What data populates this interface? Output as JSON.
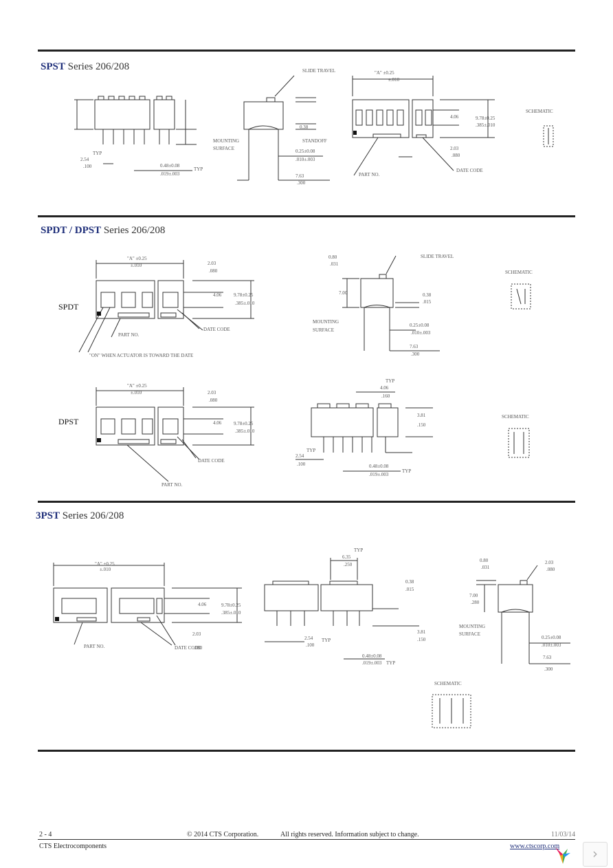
{
  "sections": [
    {
      "prefix": "SPST",
      "suffix": " Series 206/208"
    },
    {
      "prefix": "SPDT / DPST",
      "suffix": " Series 206/208"
    },
    {
      "prefix": "3PST",
      "suffix": " Series 206/208"
    }
  ],
  "labels": {
    "spdt": "SPDT",
    "dpst": "DPST",
    "schematic": "SCHEMATIC",
    "part_no": "PART NO.",
    "date_code": "DATE CODE",
    "mounting_surface_1": "MOUNTING",
    "mounting_surface_2": "SURFACE",
    "typ": "TYP",
    "slide_travel": "SLIDE TRAVEL",
    "standoff": "STANDOFF",
    "on_note": "\"ON\" WHEN ACTUATOR IS TOWARD THE DATE",
    "dim_a": "\"A\" ±0.25",
    "dim_a_in": "±.010"
  },
  "dims": {
    "d254": "2.54",
    "d100": ".100",
    "d203": "2.03",
    "d080": ".080",
    "d406": "4.06",
    "d160": ".160",
    "d978": "9.78±0.25",
    "d385": ".385±.010",
    "d048": "0.48±0.08",
    "d019": ".019±.003",
    "d762": "7.63",
    "d300": ".300",
    "d038": "0.38",
    "d015": ".015",
    "d381": "3.81",
    "d150": ".150",
    "d025": "0.25±0.08",
    "d010": ".010±.003",
    "d635": "6.35",
    "d250": ".250",
    "d080b": "0.80",
    "d031": ".031",
    "d700": "7.00",
    "d280": ".280"
  },
  "footer": {
    "page": "2 - 4",
    "copyright": "© 2014 CTS Corporation.",
    "rights": "All rights reserved. Information subject to change.",
    "date": "11/03/14",
    "company": "CTS Electrocomponents",
    "website": "www.ctscorp.com"
  },
  "nav": {
    "next_glyph": "›"
  }
}
